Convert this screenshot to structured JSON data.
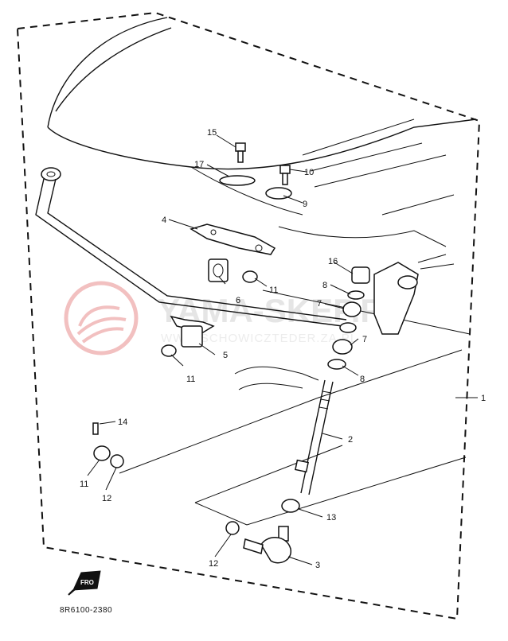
{
  "watermark": {
    "title": "YAMA-SKEP.PL",
    "subtitle": "WWW.SCHOWICZTEDER.ZA.PL"
  },
  "callouts": [
    {
      "id": "c15",
      "text": "15"
    },
    {
      "id": "c17",
      "text": "17"
    },
    {
      "id": "c10",
      "text": "10"
    },
    {
      "id": "c9",
      "text": "9"
    },
    {
      "id": "c4",
      "text": "4"
    },
    {
      "id": "c16",
      "text": "16"
    },
    {
      "id": "c6",
      "text": "6"
    },
    {
      "id": "c11a",
      "text": "11"
    },
    {
      "id": "c8a",
      "text": "8"
    },
    {
      "id": "c7a",
      "text": "7"
    },
    {
      "id": "c5",
      "text": "5"
    },
    {
      "id": "c11b",
      "text": "11"
    },
    {
      "id": "c7b",
      "text": "7"
    },
    {
      "id": "c8b",
      "text": "8"
    },
    {
      "id": "c1",
      "text": "1"
    },
    {
      "id": "c14",
      "text": "14"
    },
    {
      "id": "c2",
      "text": "2"
    },
    {
      "id": "c11c",
      "text": "11"
    },
    {
      "id": "c12a",
      "text": "12"
    },
    {
      "id": "c13",
      "text": "13"
    },
    {
      "id": "c12b",
      "text": "12"
    },
    {
      "id": "c3",
      "text": "3"
    }
  ],
  "badge": {
    "text": "FRO"
  },
  "diagram_code": "8R6100-2380"
}
